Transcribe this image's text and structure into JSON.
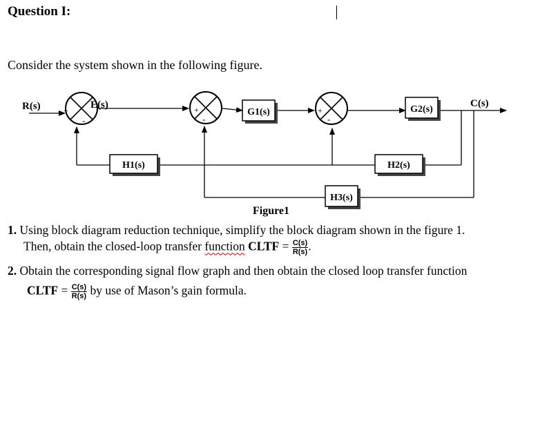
{
  "header": {
    "title": "Question I:"
  },
  "intro": "Consider the system shown in the following figure.",
  "diagram": {
    "input_label": "R(s)",
    "output_label": "C(s)",
    "error_label": "E(s)",
    "plus": "+",
    "minus": "-",
    "blocks": {
      "g1": "G1(s)",
      "g2": "G2(s)",
      "h1": "H1(s)",
      "h2": "H2(s)",
      "h3": "H3(s)"
    },
    "caption": "Figure1"
  },
  "questions": [
    {
      "num": "1.",
      "line1": "Using block diagram reduction technique, simplify the block diagram shown in the figure 1.",
      "line2_pre": "Then, obtain the closed-loop transfer",
      "line2_word": "function",
      "cltf": "CLTF",
      "eq": "=",
      "numerator": "C(s)",
      "denominator": "R(s)",
      "end": "."
    },
    {
      "num": "2.",
      "line1": "Obtain the corresponding signal flow graph and then obtain the closed loop transfer function",
      "cltf": "CLTF",
      "eq": "=",
      "numerator": "C(s)",
      "denominator": "R(s)",
      "line2_post": "by use of Mason’s gain formula."
    }
  ]
}
